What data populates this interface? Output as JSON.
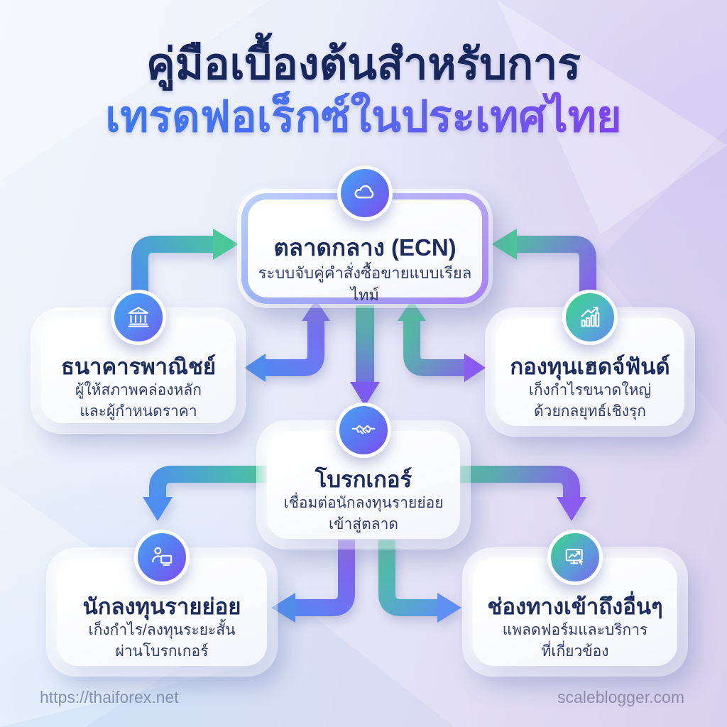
{
  "title": {
    "line1": "คู่มือเบื้องต้นสำหรับการ",
    "line2": "เทรดฟอเร็กซ์ในประเทศไทย"
  },
  "nodes": {
    "ecn": {
      "title": "ตลาดกลาง (ECN)",
      "subtitle": "ระบบจับคู่คำสั่งซื้อขายแบบเรียลไทม์",
      "icon": "cloud-icon"
    },
    "banks": {
      "title": "ธนาคารพาณิชย์",
      "subtitle_line1": "ผู้ให้สภาพคล่องหลัก",
      "subtitle_line2": "และผู้กำหนดราคา",
      "icon": "bank-icon"
    },
    "hedge": {
      "title": "กองทุนเฮดจ์ฟันด์",
      "subtitle_line1": "เก็งกำไรขนาดใหญ่",
      "subtitle_line2": "ด้วยกลยุทธ์เชิงรุก",
      "icon": "chart-growth-icon"
    },
    "broker": {
      "title": "โบรกเกอร์",
      "subtitle_line1": "เชื่อมต่อนักลงทุนรายย่อย",
      "subtitle_line2": "เข้าสู่ตลาด",
      "icon": "handshake-icon"
    },
    "retail": {
      "title": "นักลงทุนรายย่อย",
      "subtitle_line1": "เก็งกำไร/ลงทุนระยะสั้น",
      "subtitle_line2": "ผ่านโบรกเกอร์",
      "icon": "person-monitor-icon"
    },
    "channels": {
      "title": "ช่องทางเข้าถึงอื่นๆ",
      "subtitle_line1": "แพลดฟอร์มและบริการ",
      "subtitle_line2": "ที่เกี่ยวข้อง",
      "icon": "monitor-chart-icon"
    }
  },
  "footer": {
    "left": "https://thaiforex.net",
    "right": "scaleblogger.com"
  },
  "colors": {
    "title_navy": "#17275c",
    "title_gradient_start": "#3a79ef",
    "title_gradient_end": "#8d3bf0",
    "arrow_green": "#4cc89b",
    "arrow_blue": "#4e8df2",
    "arrow_purple": "#8a5cf0"
  }
}
